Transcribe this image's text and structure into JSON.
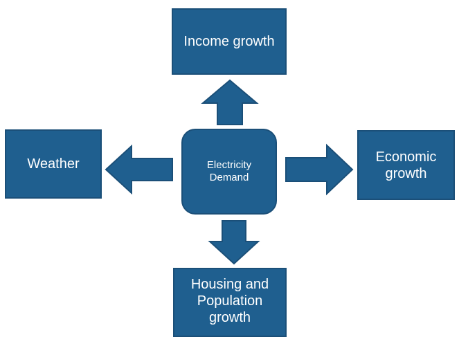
{
  "colors": {
    "fill": "#1f5f8f",
    "border": "#1b4f78",
    "text": "#ffffff",
    "background": "#ffffff"
  },
  "center": {
    "line1": "Electricity",
    "line2": "Demand"
  },
  "boxes": {
    "income": "Income growth",
    "weather": "Weather",
    "economic_line1": "Economic",
    "economic_line2": "growth",
    "housing_line1": "Housing and",
    "housing_line2": "Population",
    "housing_line3": "growth"
  },
  "arrows": {
    "up": "arrow-up-icon",
    "left": "arrow-left-icon",
    "right": "arrow-right-icon",
    "down": "arrow-down-icon"
  }
}
